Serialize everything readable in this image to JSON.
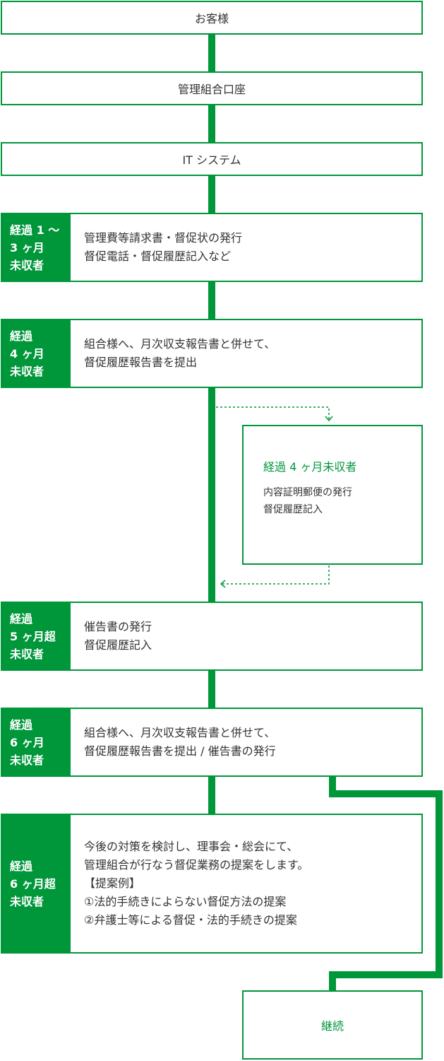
{
  "colors": {
    "accent": "#00973b",
    "text": "#333333",
    "background": "#ffffff"
  },
  "flow": {
    "customer": "お客様",
    "account": "管理組合口座",
    "system": "IT システム"
  },
  "stages": [
    {
      "label": "経過 1 〜\n3 ヶ月\n未収者",
      "lines": [
        "管理費等請求書・督促状の発行",
        "督促電話・督促履歴記入など"
      ]
    },
    {
      "label": "経過\n4 ヶ月\n未収者",
      "lines": [
        "組合様へ、月次収支報告書と併せて、",
        "督促履歴報告書を提出"
      ]
    },
    {
      "label": "経過\n5 ヶ月超\n未収者",
      "lines": [
        "催告書の発行",
        "督促履歴記入"
      ]
    },
    {
      "label": "経過\n6 ヶ月\n未収者",
      "lines": [
        "組合様へ、月次収支報告書と併せて、",
        "督促履歴報告書を提出 / 催告書の発行"
      ]
    },
    {
      "label": "経過\n6 ヶ月超\n未収者",
      "lines": [
        "今後の対策を検討し、理事会・総会にて、",
        "管理組合が行なう督促業務の提案をします。",
        "【提案例】",
        "①法的手続きによらない督促方法の提案",
        "②弁護士等による督促・法的手続きの提案"
      ]
    }
  ],
  "side_branch": {
    "title": "経過 4 ヶ月未収者",
    "lines": [
      "内容証明郵便の発行",
      "督促履歴記入"
    ]
  },
  "continue_label": "継続"
}
